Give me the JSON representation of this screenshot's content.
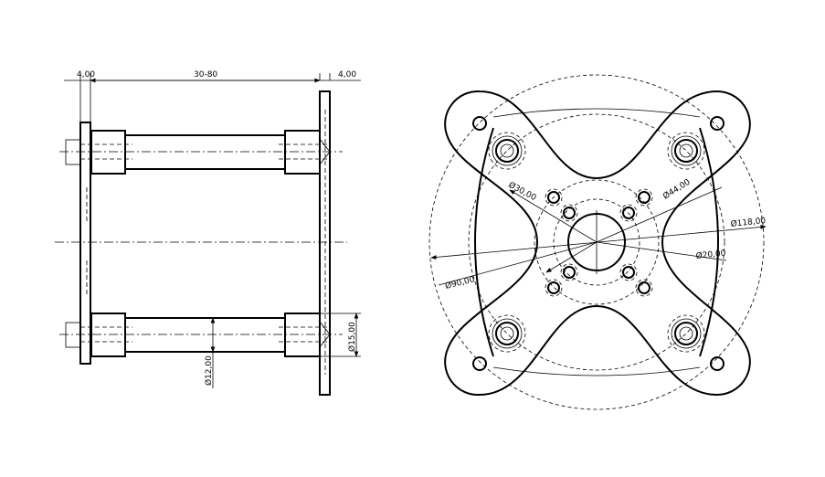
{
  "side_view": {
    "dim_left_plate": "4,00",
    "dim_length": "30-80",
    "dim_right_plate": "4,00",
    "dim_rod_diameter": "Ø12,00",
    "dim_spacer_diameter": "Ø15,00"
  },
  "front_view": {
    "dim_d30": "Ø30,00",
    "dim_d44": "Ø44,00",
    "dim_d118": "Ø118,00",
    "dim_d20": "Ø20,00",
    "dim_d90": "Ø90,00"
  }
}
